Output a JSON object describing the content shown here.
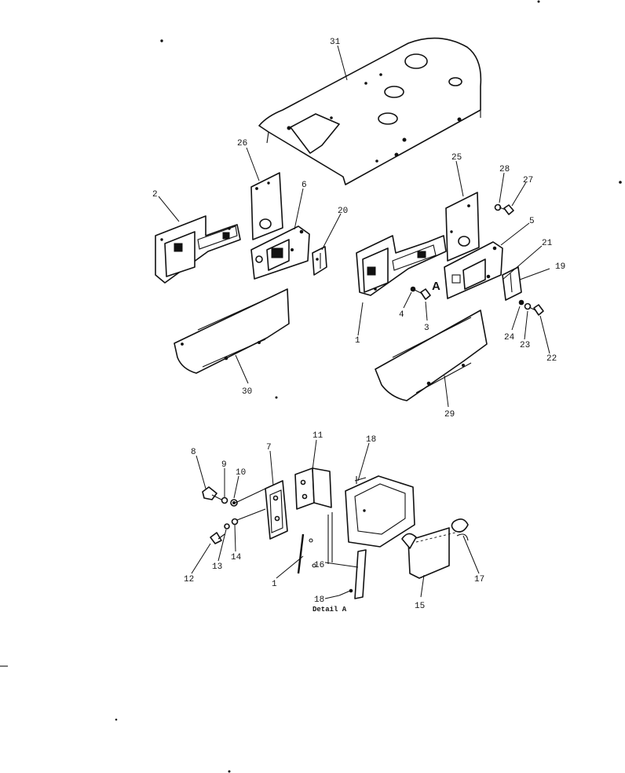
{
  "callouts": {
    "c31": "31",
    "c26": "26",
    "c2": "2",
    "c6": "6",
    "c20": "20",
    "c25": "25",
    "c28": "28",
    "c27": "27",
    "c5": "5",
    "c21": "21",
    "c19": "19",
    "cA": "A",
    "c4": "4",
    "c3": "3",
    "c1a": "1",
    "c24": "24",
    "c23": "23",
    "c22": "22",
    "c30": "30",
    "c29": "29",
    "c8": "8",
    "c9": "9",
    "c10": "10",
    "c7": "7",
    "c11": "11",
    "c18a": "18",
    "c12": "12",
    "c13": "13",
    "c14": "14",
    "c1b": "1",
    "c16": "16",
    "c18b": "18",
    "c15": "15",
    "c17": "17"
  },
  "detail_caption": "Detail A"
}
